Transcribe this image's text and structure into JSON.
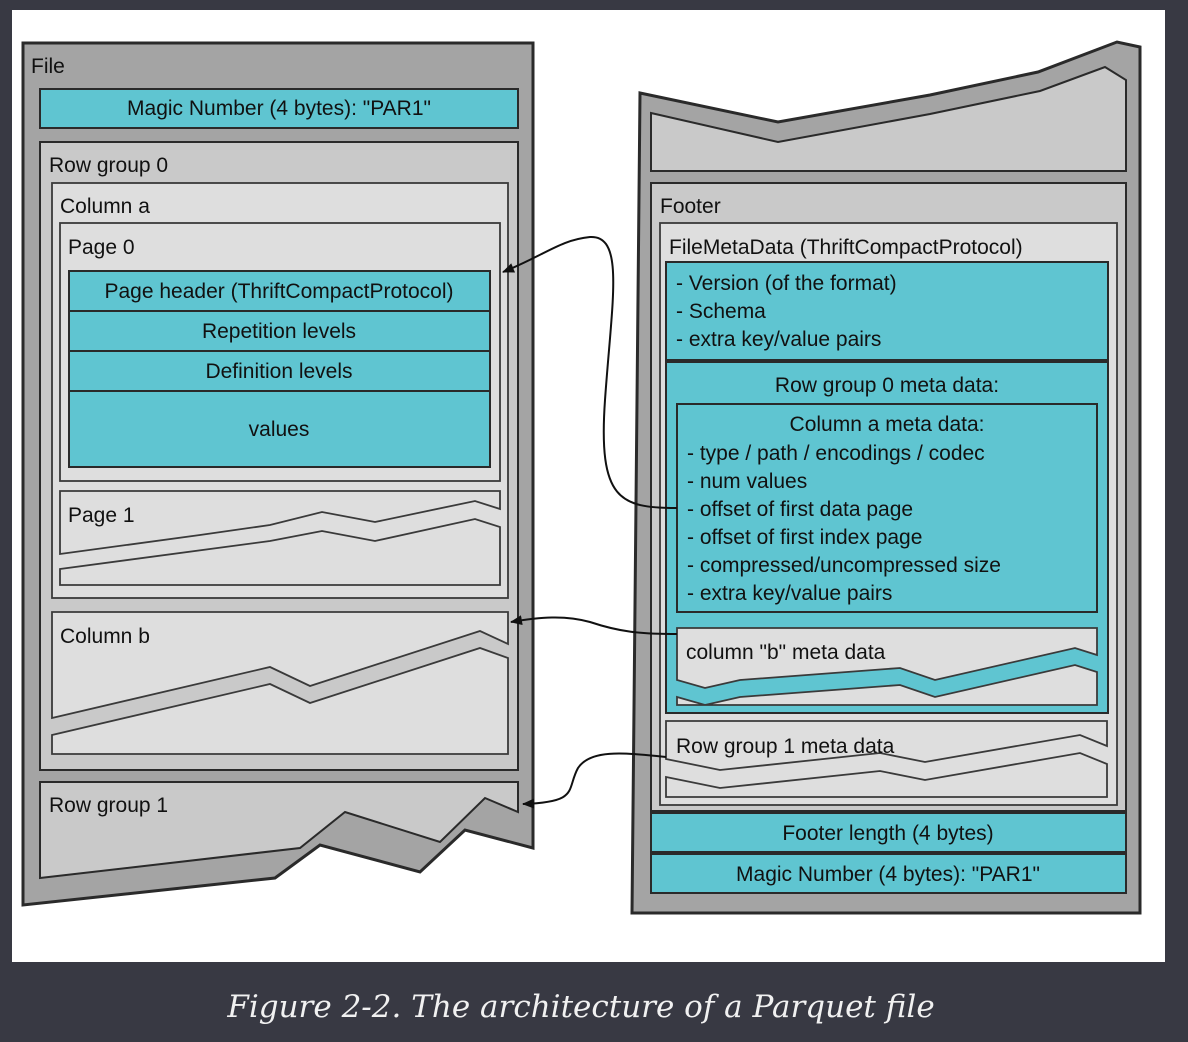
{
  "caption": "Figure 2-2. The architecture of a Parquet file",
  "colors": {
    "background": "#383943",
    "panel": "#ffffff",
    "cyan": "#5fc5d1",
    "light_gray": "#dedede",
    "mid_gray": "#c9c9c9",
    "dark_gray": "#a4a4a4"
  },
  "file": {
    "title": "File",
    "magic": "Magic Number (4 bytes): \"PAR1\"",
    "row_group_0": {
      "title": "Row group 0",
      "column_a": {
        "title": "Column a",
        "page_0": {
          "title": "Page 0",
          "header": "Page header (ThriftCompactProtocol)",
          "repetition": "Repetition levels",
          "definition": "Definition levels",
          "values": "values"
        },
        "page_1": "Page 1"
      },
      "column_b": "Column b"
    },
    "row_group_1": "Row group 1"
  },
  "footer": {
    "title": "Footer",
    "filemeta_title": "FileMetaData (ThriftCompactProtocol)",
    "filemeta_lines": [
      "- Version (of the format)",
      "- Schema",
      "- extra key/value pairs"
    ],
    "rg0_title": "Row group 0 meta data:",
    "col_a_title": "Column a meta data:",
    "col_a_lines": [
      "- type / path / encodings / codec",
      "- num values",
      "- offset of first data page",
      "- offset of first index page",
      "- compressed/uncompressed size",
      "- extra key/value pairs"
    ],
    "col_b": "column \"b\" meta data",
    "rg1": "Row group 1 meta data",
    "footer_length": "Footer length (4 bytes)",
    "magic": "Magic Number (4 bytes): \"PAR1\""
  }
}
